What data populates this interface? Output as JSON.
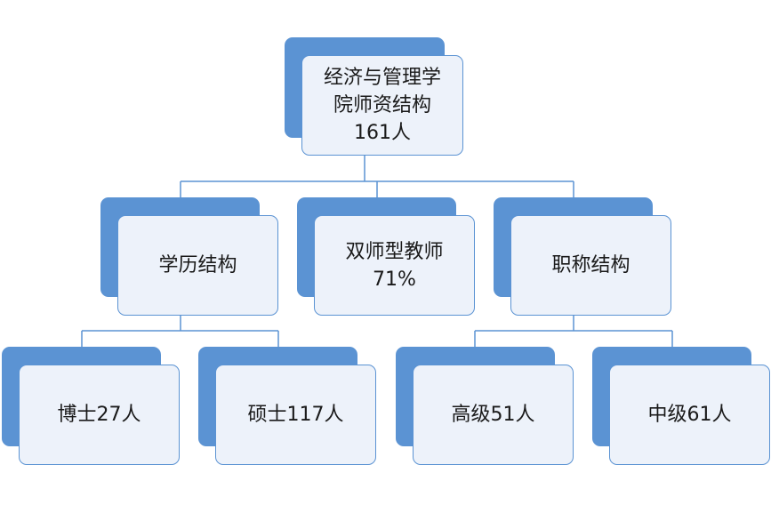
{
  "colors": {
    "accent": "#5b93d3",
    "box_fill": "#edf2fa",
    "line": "#5b93d3"
  },
  "root": {
    "lines": [
      "经济与管理学",
      "院师资结构",
      "161人"
    ]
  },
  "level1": [
    {
      "id": "education",
      "lines": [
        "学历结构"
      ]
    },
    {
      "id": "dual",
      "lines": [
        "双师型教师",
        "71%"
      ]
    },
    {
      "id": "title",
      "lines": [
        "职称结构"
      ]
    }
  ],
  "level2": [
    {
      "id": "phd",
      "lines": [
        "博士27人"
      ]
    },
    {
      "id": "master",
      "lines": [
        "硕士117人"
      ]
    },
    {
      "id": "senior",
      "lines": [
        "高级51人"
      ]
    },
    {
      "id": "middle",
      "lines": [
        "中级61人"
      ]
    }
  ]
}
